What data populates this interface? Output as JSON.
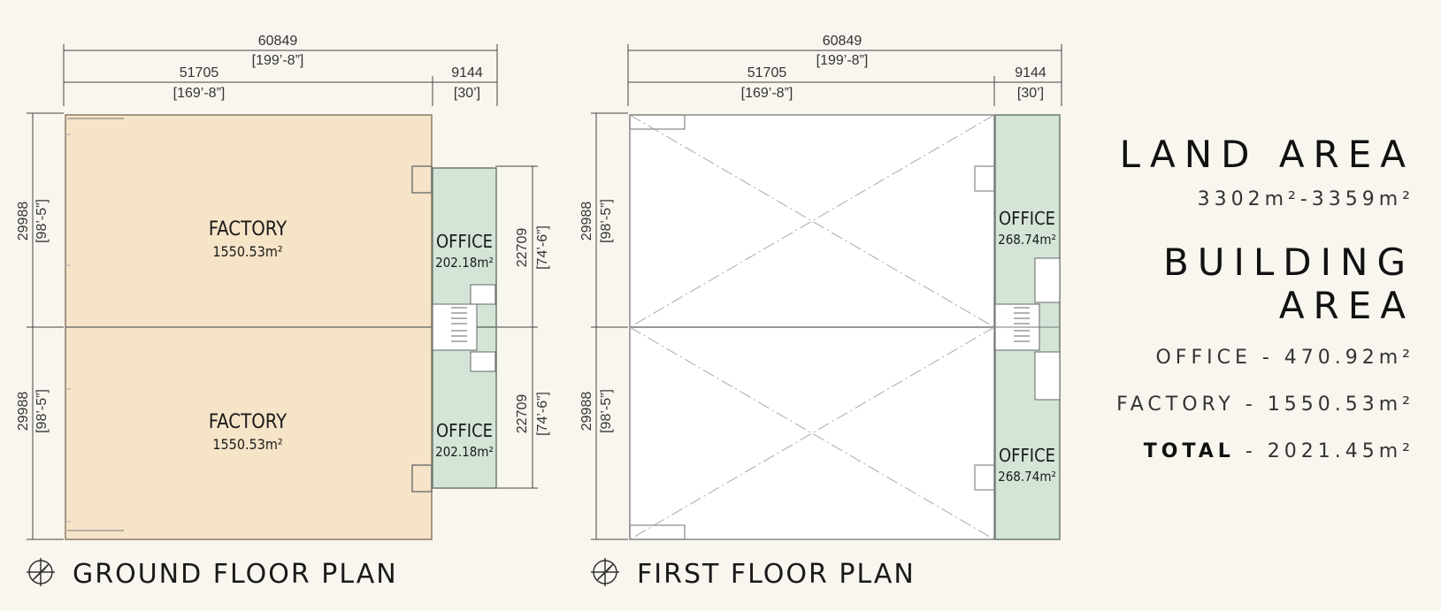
{
  "ground_plan": {
    "overall_mm": "60849",
    "overall_ft": "[199’-8”]",
    "factory_w_mm": "51705",
    "factory_w_ft": "[169’-8”]",
    "office_w_mm": "9144",
    "office_w_ft": "[30’]",
    "height_mm": "29988",
    "height_ft": "[98’-5”]",
    "office_h_mm": "22709",
    "office_h_ft": "[74’-6”]",
    "factory_label": "FACTORY",
    "factory_area": "1550.53m²",
    "office_label": "OFFICE",
    "office_area": "202.18m²",
    "title": "GROUND FLOOR PLAN"
  },
  "first_plan": {
    "overall_mm": "60849",
    "overall_ft": "[199’-8”]",
    "factory_w_mm": "51705",
    "factory_w_ft": "[169’-8”]",
    "office_w_mm": "9144",
    "office_w_ft": "[30’]",
    "height_mm": "29988",
    "height_ft": "[98’-5”]",
    "office_label": "OFFICE",
    "office_area": "268.74m²",
    "title": "FIRST FLOOR PLAN"
  },
  "summary": {
    "land_title": "LAND AREA",
    "land_value": "3302m²-3359m²",
    "building_title": "BUILDING AREA",
    "office_line": "OFFICE - 470.92m²",
    "factory_line": "FACTORY - 1550.53m²",
    "total_label": "TOTAL",
    "total_value": "- 2021.45m²"
  },
  "colors": {
    "factory_fill": "#f6e4c8",
    "office_fill": "#d4e5d8",
    "background": "#f8f6ee"
  }
}
